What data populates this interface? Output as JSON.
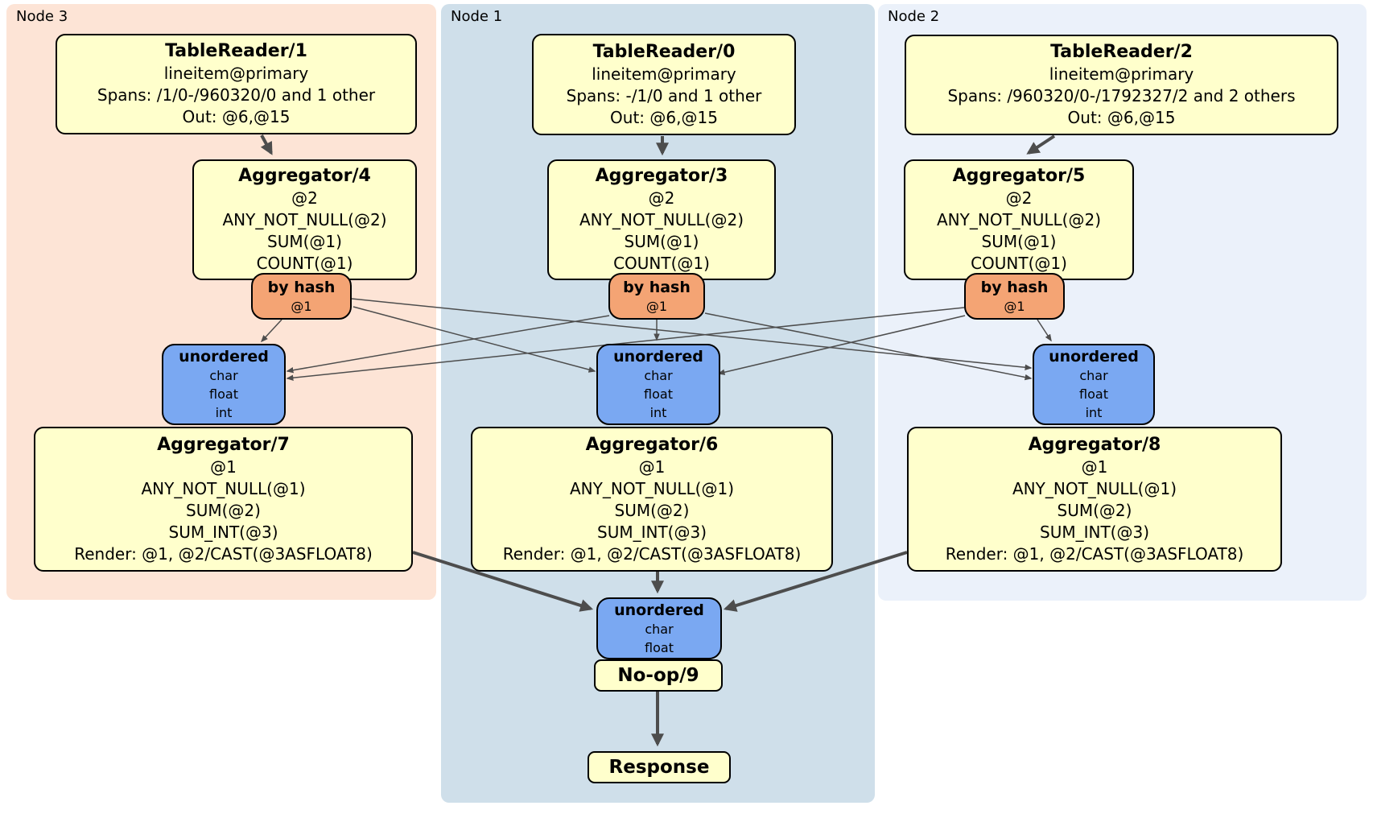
{
  "nodes": [
    {
      "label": "Node 3",
      "table_reader": {
        "title": "TableReader/1",
        "detail": [
          "lineitem@primary",
          "Spans: /1/0-/960320/0 and 1 other",
          "Out: @6,@15"
        ]
      },
      "agg_top": {
        "title": "Aggregator/4",
        "detail": [
          "@2",
          "ANY_NOT_NULL(@2)",
          "SUM(@1)",
          "COUNT(@1)"
        ]
      },
      "router": {
        "title": "by hash",
        "detail": [
          "@1"
        ]
      },
      "sync": {
        "title": "unordered",
        "detail": [
          "char",
          "float",
          "int"
        ]
      },
      "agg_bottom": {
        "title": "Aggregator/7",
        "detail": [
          "@1",
          "ANY_NOT_NULL(@1)",
          "SUM(@2)",
          "SUM_INT(@3)",
          "Render: @1, @2/CAST(@3ASFLOAT8)"
        ]
      }
    },
    {
      "label": "Node 1",
      "table_reader": {
        "title": "TableReader/0",
        "detail": [
          "lineitem@primary",
          "Spans: -/1/0 and 1 other",
          "Out: @6,@15"
        ]
      },
      "agg_top": {
        "title": "Aggregator/3",
        "detail": [
          "@2",
          "ANY_NOT_NULL(@2)",
          "SUM(@1)",
          "COUNT(@1)"
        ]
      },
      "router": {
        "title": "by hash",
        "detail": [
          "@1"
        ]
      },
      "sync": {
        "title": "unordered",
        "detail": [
          "char",
          "float",
          "int"
        ]
      },
      "agg_bottom": {
        "title": "Aggregator/6",
        "detail": [
          "@1",
          "ANY_NOT_NULL(@1)",
          "SUM(@2)",
          "SUM_INT(@3)",
          "Render: @1, @2/CAST(@3ASFLOAT8)"
        ]
      }
    },
    {
      "label": "Node 2",
      "table_reader": {
        "title": "TableReader/2",
        "detail": [
          "lineitem@primary",
          "Spans: /960320/0-/1792327/2 and 2 others",
          "Out: @6,@15"
        ]
      },
      "agg_top": {
        "title": "Aggregator/5",
        "detail": [
          "@2",
          "ANY_NOT_NULL(@2)",
          "SUM(@1)",
          "COUNT(@1)"
        ]
      },
      "router": {
        "title": "by hash",
        "detail": [
          "@1"
        ]
      },
      "sync": {
        "title": "unordered",
        "detail": [
          "char",
          "float",
          "int"
        ]
      },
      "agg_bottom": {
        "title": "Aggregator/8",
        "detail": [
          "@1",
          "ANY_NOT_NULL(@1)",
          "SUM(@2)",
          "SUM_INT(@3)",
          "Render: @1, @2/CAST(@3ASFLOAT8)"
        ]
      }
    }
  ],
  "final_stage": {
    "sync": {
      "title": "unordered",
      "detail": [
        "char",
        "float"
      ]
    },
    "noop_title": "No-op/9",
    "response_title": "Response"
  },
  "colors": {
    "node3_bg": "#fde4d6",
    "node1_bg": "#cfdfea",
    "node2_bg": "#ebf1fa",
    "operator_bg": "#ffffcc",
    "router_bg": "#f4a474",
    "sync_bg": "#7aa8f2",
    "edge": "#4d4d4d",
    "border": "#000000"
  }
}
